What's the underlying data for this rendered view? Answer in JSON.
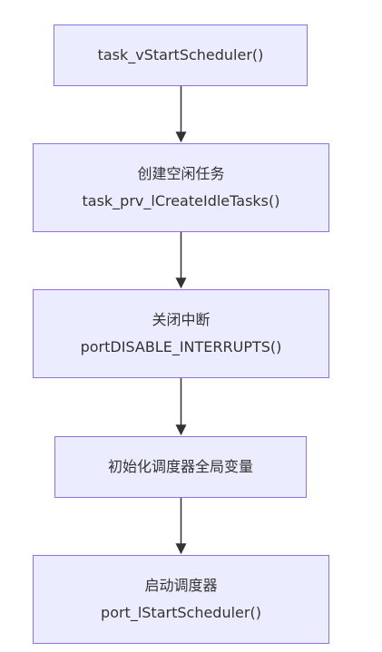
{
  "flowchart": {
    "nodes": [
      {
        "id": "start_scheduler",
        "lines": [
          "task_vStartScheduler()"
        ]
      },
      {
        "id": "create_idle",
        "lines": [
          "创建空闲任务",
          "task_prv_lCreateIdleTasks()"
        ]
      },
      {
        "id": "disable_irq",
        "lines": [
          "关闭中断",
          "portDISABLE_INTERRUPTS()"
        ]
      },
      {
        "id": "init_globals",
        "lines": [
          "初始化调度器全局变量"
        ]
      },
      {
        "id": "port_start",
        "lines": [
          "启动调度器",
          "port_lStartScheduler()"
        ]
      }
    ],
    "edges": [
      {
        "from": "start_scheduler",
        "to": "create_idle"
      },
      {
        "from": "create_idle",
        "to": "disable_irq"
      },
      {
        "from": "disable_irq",
        "to": "init_globals"
      },
      {
        "from": "init_globals",
        "to": "port_start"
      }
    ],
    "colors": {
      "node_fill": "#ececff",
      "node_border": "#9370db",
      "text": "#333333",
      "edge": "#333333"
    }
  }
}
